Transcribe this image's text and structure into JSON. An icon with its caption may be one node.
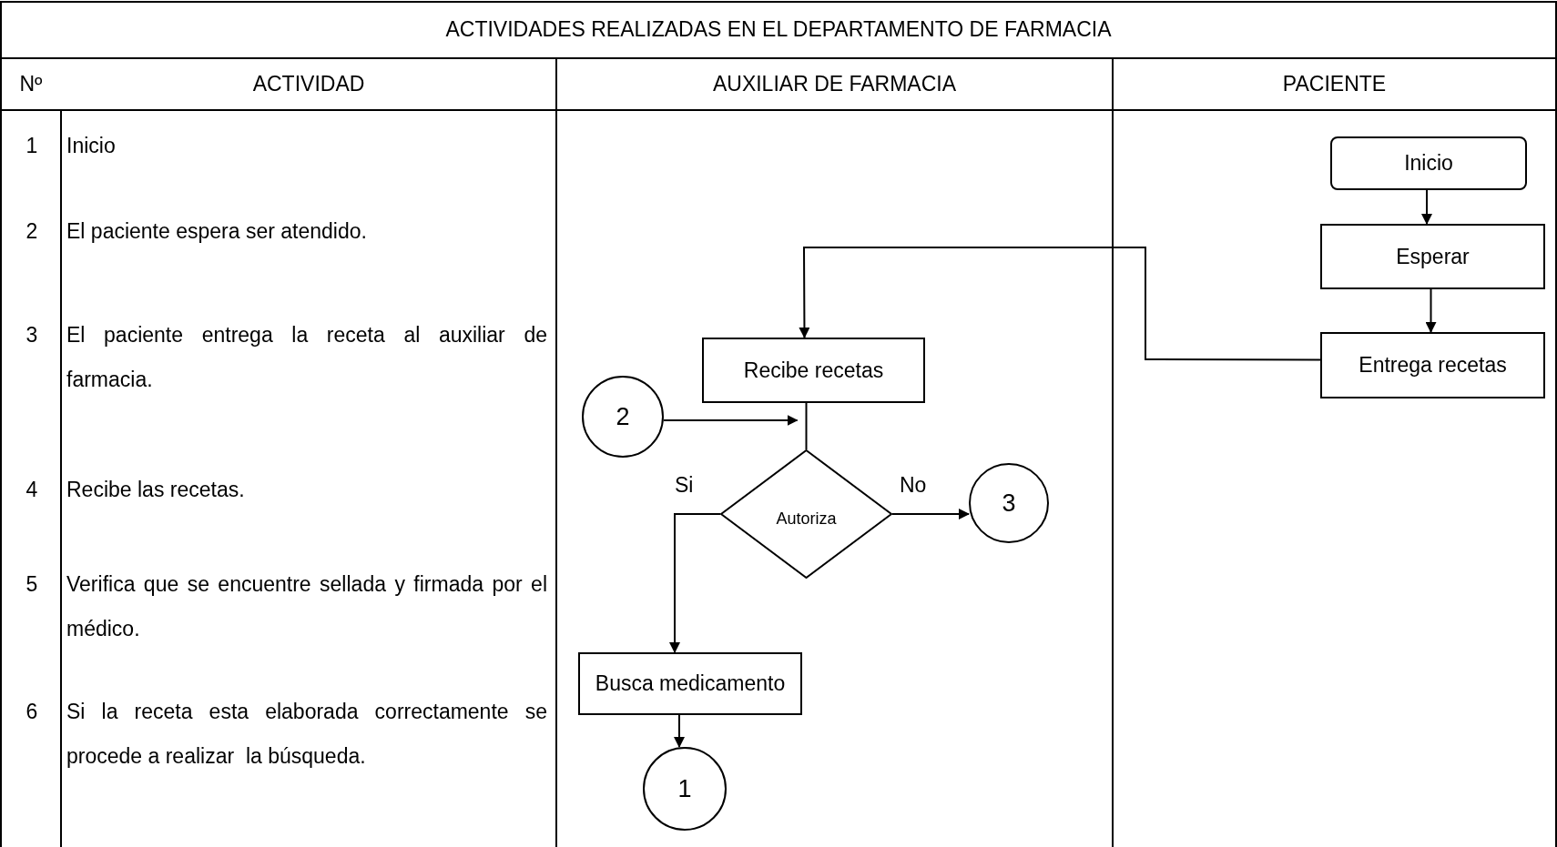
{
  "diagram": {
    "title": "ACTIVIDADES REALIZADAS EN EL DEPARTAMENTO DE FARMACIA",
    "nodes": [
      {
        "text": [
          "Inicio"
        ]
      },
      {
        "text": [
          "Esperar"
        ]
      },
      {
        "text": [
          "Entrega recetas"
        ]
      },
      {
        "text": [
          "Recibe recetas"
        ]
      },
      {
        "text": [
          "2"
        ]
      },
      {
        "text": [
          "Autoriza"
        ]
      },
      {
        "text": [
          "3"
        ]
      },
      {
        "text": [
          "Busca medicamento"
        ]
      },
      {
        "text": [
          "1"
        ]
      }
    ],
    "edges": [
      {
        "from": 0,
        "to": 1,
        "arrow": "to"
      },
      {
        "from": 1,
        "to": 2,
        "arrow": "to"
      },
      {
        "from": 2,
        "to": 3,
        "arrow": "to"
      },
      {
        "from": 3,
        "to": 5,
        "arrow": "none"
      },
      {
        "from": 4,
        "to": 5,
        "arrow": "to"
      },
      {
        "from": 5,
        "to": 6,
        "arrow": "to",
        "label": "No"
      },
      {
        "from": 5,
        "to": 7,
        "arrow": "to",
        "label": "Si"
      },
      {
        "from": 7,
        "to": 8,
        "arrow": "to"
      }
    ],
    "labels": [
      "Nº",
      "ACTIVIDAD",
      "AUXILIAR DE FARMACIA",
      "PACIENTE",
      "1",
      "Inicio",
      "2",
      "El paciente espera ser atendido.",
      "3",
      "El paciente entrega la receta al auxiliar de farmacia.",
      "4",
      "Recibe las recetas.",
      "5",
      "Verifica que se encuentre sellada y firmada por el médico.",
      "6",
      "Si la receta esta elaborada correctamente se procede a realizar  la búsqueda."
    ]
  }
}
